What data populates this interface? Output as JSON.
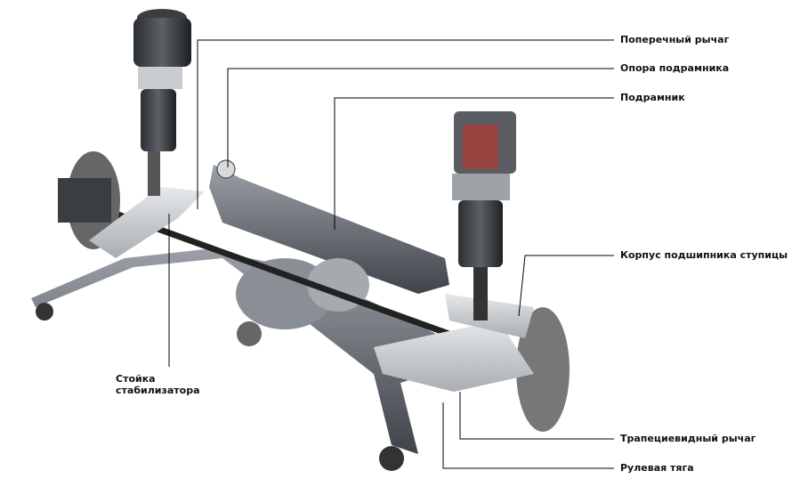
{
  "labels": {
    "transverse_arm": "Поперечный рычаг",
    "subframe_mount": "Опора подрамника",
    "subframe": "Подрамник",
    "wheel_bearing_housing": "Корпус подшипника ступицы",
    "trapezoidal_arm": "Трапециевидный рычаг",
    "track_rod": "Рулевая тяга",
    "stabilizer_link_line1": "Стойка",
    "stabilizer_link_line2": "стабилизатора"
  },
  "colors": {
    "metal_light": "#c9ccd0",
    "metal_dark": "#4a4f55",
    "subframe": "#6b7076",
    "line": "#000000"
  }
}
